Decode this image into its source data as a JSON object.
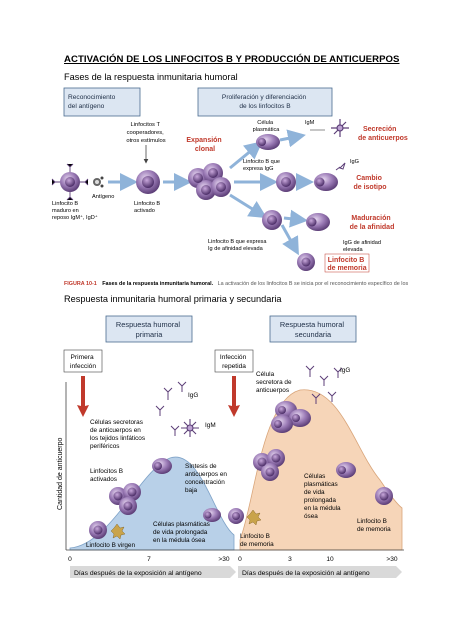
{
  "doc": {
    "title": "ACTIVACIÓN DE LOS LINFOCITOS B Y PRODUCCIÓN DE ANTICUERPOS",
    "subtitle1": "Fases de la respuesta inmunitaria humoral",
    "subtitle2": "Respuesta inmunitaria humoral primaria y secundaria"
  },
  "fig1": {
    "box_recognition": [
      "Reconocimiento",
      "del antígeno"
    ],
    "box_proliferation": [
      "Proliferación y diferenciación",
      "de los linfocitos B"
    ],
    "helper_label": [
      "Linfocitos T",
      "cooperadores,",
      "otros estímulos"
    ],
    "antigen_label": "Antígeno",
    "naive_label": [
      "Linfocito B",
      "maduro en",
      "reposo IgM⁺, IgD⁺"
    ],
    "activated_label": [
      "Linfocito B",
      "activado"
    ],
    "clonal_expansion": [
      "Expansión",
      "clonal"
    ],
    "plasma_cell_label": [
      "Célula",
      "plasmática"
    ],
    "igm_label": "IgM",
    "secretion_label": [
      "Secreción",
      "de anticuerpos"
    ],
    "igg_b_label": [
      "Linfocito B que",
      "expresa IgG"
    ],
    "igg_label": "IgG",
    "isotype_label": [
      "Cambio",
      "de isotipo"
    ],
    "high_affinity_b_label": [
      "Linfocito B que expresa",
      "Ig de afinidad elevada"
    ],
    "high_affinity_igg_label": [
      "IgG de afinidad",
      "elevada"
    ],
    "maturation_label": [
      "Maduración",
      "de la afinidad"
    ],
    "memory_label": [
      "Linfocito B",
      "de memoria"
    ],
    "caption_bold": "FIGURA 10-1",
    "caption_title": "Fases de la respuesta inmunitaria humoral.",
    "caption_text": "La activación de los linfocitos B se inicia por el reconocimiento específico de los"
  },
  "fig2": {
    "primary_title": [
      "Respuesta humoral",
      "primaria"
    ],
    "secondary_title": [
      "Respuesta humoral",
      "secundaria"
    ],
    "first_infection": [
      "Primera",
      "infección"
    ],
    "repeat_infection": [
      "Infección",
      "repetida"
    ],
    "y_axis_label": "Cantidad de anticuerpo",
    "igg_label_1": "IgG",
    "igm_label_1": "IgM",
    "igg_label_2": "IgG",
    "secretory_peripheral": [
      "Células secretoras",
      "de anticuerpos en",
      "los tejidos linfáticos",
      "periféricos"
    ],
    "activated_b": [
      "Linfocitos B",
      "activados"
    ],
    "low_synthesis": [
      "Síntesis de",
      "anticuerpos en",
      "concentración",
      "baja"
    ],
    "long_lived_primary": [
      "Células plasmáticas",
      "de vida prolongada",
      "en la médula ósea"
    ],
    "naive_b": "Linfocito B virgen",
    "secretory_cell_2": [
      "Célula",
      "secretora de",
      "anticuerpos"
    ],
    "long_lived_secondary": [
      "Células",
      "plasmáticas",
      "de vida",
      "prolongada",
      "en la médula",
      "ósea"
    ],
    "memory_b_1": [
      "Linfocito B",
      "de memoria"
    ],
    "memory_b_2": [
      "Linfocito B",
      "de memoria"
    ],
    "ticks_primary": [
      "0",
      "7",
      ">30"
    ],
    "ticks_secondary": [
      "0",
      "3",
      "10",
      ">30"
    ],
    "x_label_1": "Días después de la exposición al antígeno",
    "x_label_2": "Días después de la exposición al antígeno"
  },
  "colors": {
    "box_fill": "#dce6f2",
    "box_stroke": "#4a6b8f",
    "arrow_blue": "#8fb3d9",
    "label_red": "#c0392b",
    "cell_purple": "#8e6aa8",
    "curve_primary": "#b8d0e8",
    "curve_secondary": "#f6d5b8",
    "infection_arrow": "#c0392b"
  }
}
